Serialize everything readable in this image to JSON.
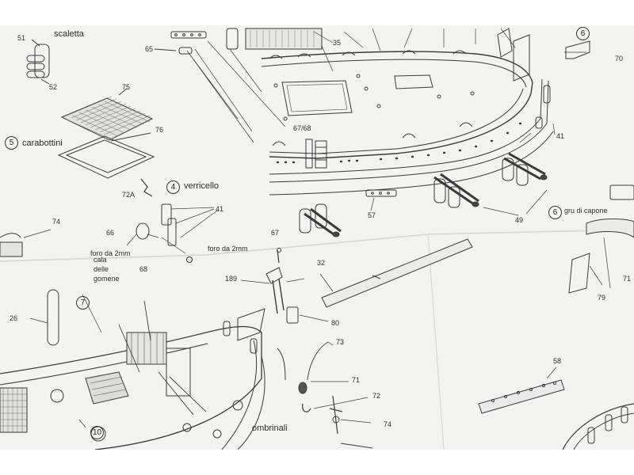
{
  "labels": {
    "scaletta": "scaletta",
    "n51": "51",
    "n52": "52",
    "n65": "65",
    "n35": "35",
    "n6a": "6",
    "n70": "70",
    "n75": "75",
    "n76": "76",
    "n5": "5",
    "carabottini": "carabottini",
    "n6768": "67/68",
    "n41a": "41",
    "n72a": "72A",
    "n4": "4",
    "verricello": "verricello",
    "n41b": "41",
    "n74a": "74",
    "n66": "66",
    "foro1": "foro da 2mm",
    "foro2": "foro da 2mm",
    "n68": "68",
    "n57": "57",
    "n49": "49",
    "n6b": "6",
    "gru": "gru di capone",
    "n67": "67",
    "n32": "32",
    "n189": "189",
    "cala": "cala",
    "delle": "delle",
    "gomene": "gomene",
    "n7": "7",
    "n26": "26",
    "n80": "80",
    "n73": "73",
    "n79": "79",
    "n71": "71",
    "n72": "72",
    "n74b": "74",
    "n58": "58",
    "n10": "10",
    "ombrinali": "ombrinali",
    "n71b": "71"
  }
}
